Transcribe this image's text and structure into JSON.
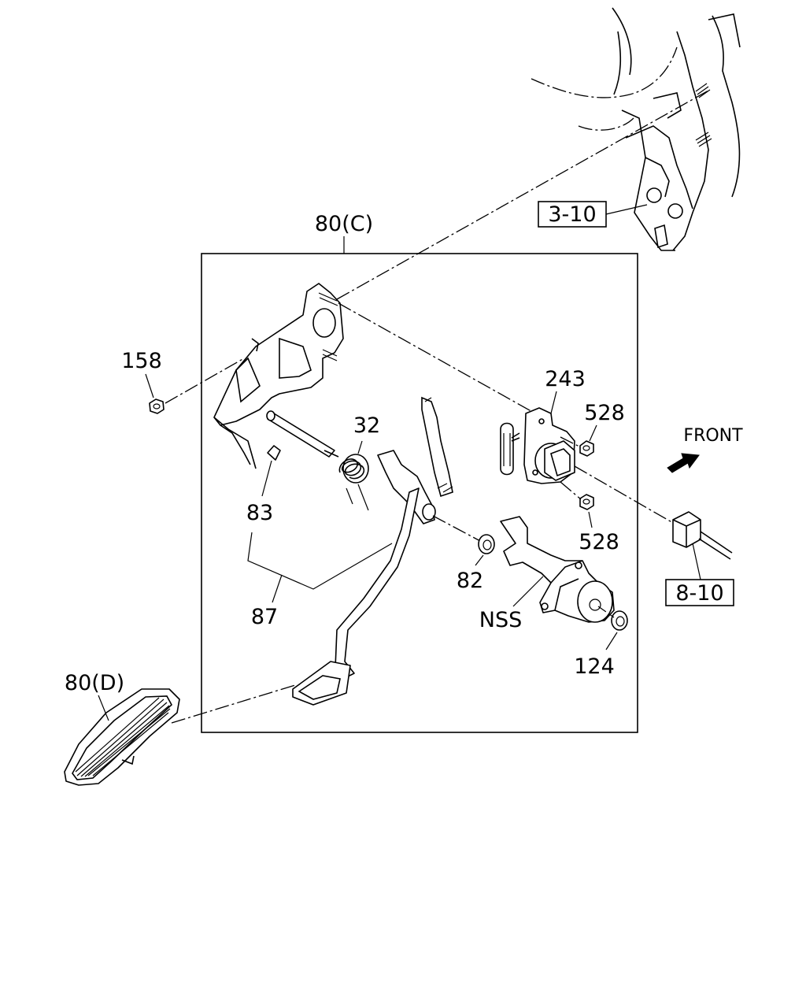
{
  "labels": {
    "assembly_c": "80(C)",
    "assembly_d": "80(D)",
    "p158": "158",
    "p32": "32",
    "p83": "83",
    "p87": "87",
    "p82": "82",
    "p243": "243",
    "p528_top": "528",
    "p528_bottom": "528",
    "nss": "NSS",
    "p124": "124"
  },
  "refs": {
    "ref_3_10": "3-10",
    "ref_8_10": "8-10"
  },
  "front": {
    "label": "FRONT",
    "icon": "arrow-icon"
  }
}
